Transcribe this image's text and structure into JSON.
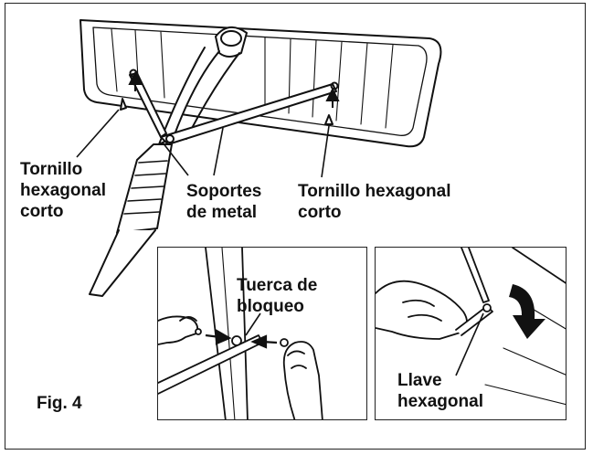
{
  "labels": {
    "left_bolt": [
      "Tornillo",
      "hexagonal",
      "corto"
    ],
    "metal_supports": [
      "Soportes",
      "de metal"
    ],
    "right_bolt": [
      "Tornillo hexagonal",
      "corto"
    ],
    "lock_nut": [
      "Tuerca de",
      "bloqueo"
    ],
    "hex_key": [
      "Llave",
      "hexagonal"
    ],
    "figure_number": "Fig. 4"
  }
}
